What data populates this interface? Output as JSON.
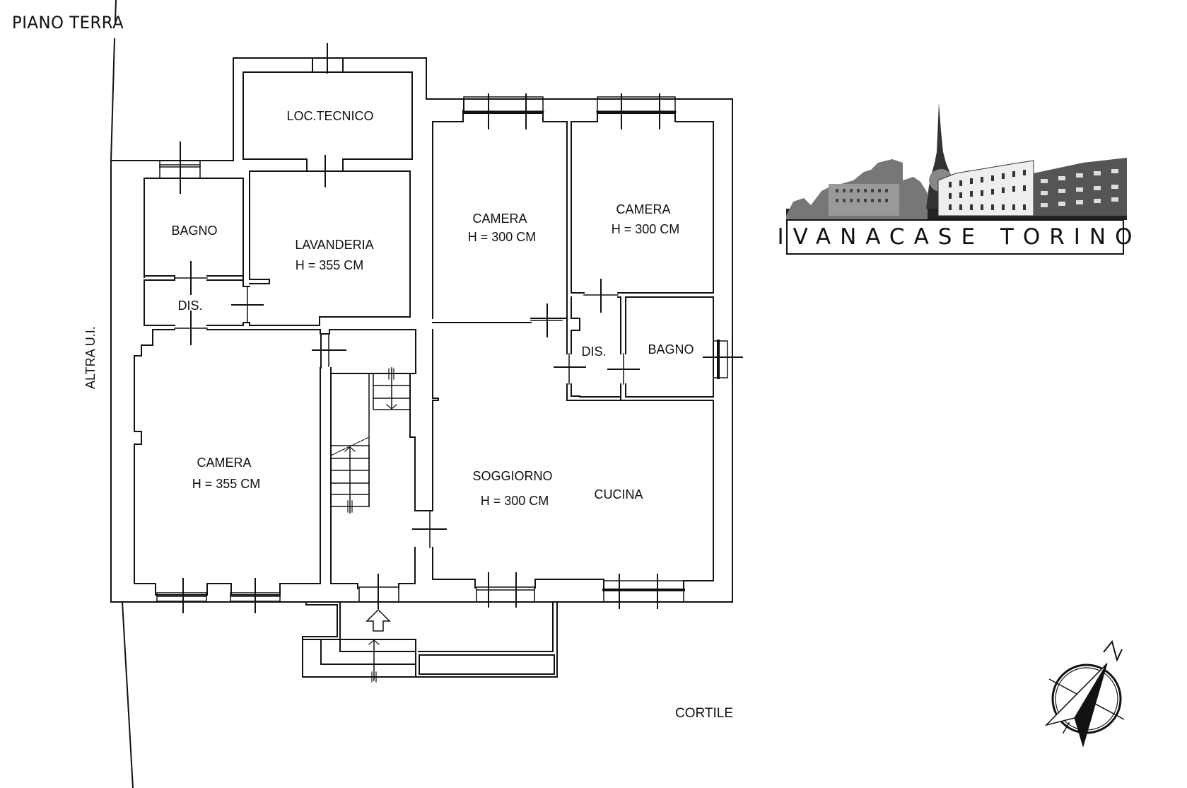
{
  "title": "PIANO TERRA",
  "logo": {
    "brand_text": "IVANACASE TORINO",
    "image": "turin-skyline-mole-antonelliana"
  },
  "labels": {
    "altra_ui": "ALTRA U.I.",
    "cortile": "CORTILE"
  },
  "rooms": [
    {
      "id": "loc-tecnico",
      "name": "LOC.TECNICO",
      "height": ""
    },
    {
      "id": "bagno-left",
      "name": "BAGNO",
      "height": ""
    },
    {
      "id": "lavanderia",
      "name": "LAVANDERIA",
      "height": "H = 355 CM"
    },
    {
      "id": "dis-left",
      "name": "DIS.",
      "height": ""
    },
    {
      "id": "camera-left",
      "name": "CAMERA",
      "height": "H = 355 CM"
    },
    {
      "id": "camera-mid",
      "name": "CAMERA",
      "height": "H = 300 CM"
    },
    {
      "id": "camera-right",
      "name": "CAMERA",
      "height": "H = 300 CM"
    },
    {
      "id": "dis-right",
      "name": "DIS.",
      "height": ""
    },
    {
      "id": "bagno-right",
      "name": "BAGNO",
      "height": ""
    },
    {
      "id": "soggiorno",
      "name": "SOGGIORNO",
      "height": "H = 300 CM"
    },
    {
      "id": "cucina",
      "name": "CUCINA",
      "height": ""
    }
  ],
  "compass": {
    "north_label": "N",
    "icon": "north-arrow-compass-icon"
  },
  "colors": {
    "line": "#111111",
    "background": "#ffffff"
  }
}
